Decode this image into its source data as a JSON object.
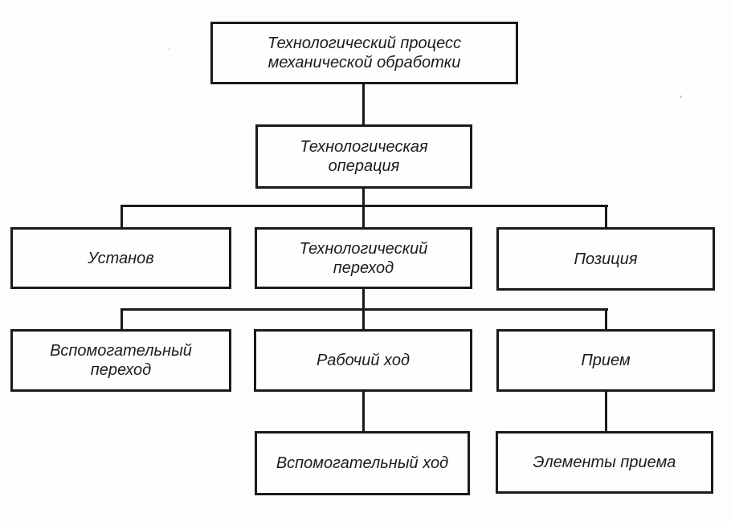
{
  "diagram": {
    "type": "hierarchy-flowchart",
    "language": "ru",
    "colors": {
      "background": "#fdfdfd",
      "line": "#1a1a1a",
      "text": "#1c1c1c",
      "box_fill": "#fefefe"
    },
    "nodes": {
      "process": {
        "label": "Технологический процесс\nмеханической обработки",
        "level": 1
      },
      "operation": {
        "label": "Технологическая\nоперация",
        "level": 2
      },
      "ustanov": {
        "label": "Установ",
        "level": 3
      },
      "tech_transition": {
        "label": "Технологический\nпереход",
        "level": 3
      },
      "position": {
        "label": "Позиция",
        "level": 3
      },
      "aux_transition": {
        "label": "Вспомогательный\nпереход",
        "level": 4
      },
      "working_stroke": {
        "label": "Рабочий ход",
        "level": 4
      },
      "priem": {
        "label": "Прием",
        "level": 4
      },
      "aux_stroke": {
        "label": "Вспомогательный ход",
        "level": 5
      },
      "priem_elements": {
        "label": "Элементы приема",
        "level": 5
      }
    },
    "edges": [
      {
        "from": "process",
        "to": "operation"
      },
      {
        "from": "operation",
        "to": "ustanov"
      },
      {
        "from": "operation",
        "to": "tech_transition"
      },
      {
        "from": "operation",
        "to": "position"
      },
      {
        "from": "tech_transition",
        "to": "aux_transition"
      },
      {
        "from": "tech_transition",
        "to": "working_stroke"
      },
      {
        "from": "tech_transition",
        "to": "priem"
      },
      {
        "from": "working_stroke",
        "to": "aux_stroke"
      },
      {
        "from": "priem",
        "to": "priem_elements"
      }
    ]
  }
}
